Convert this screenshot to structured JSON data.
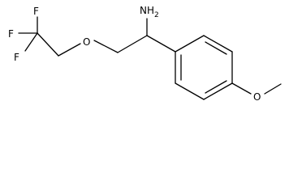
{
  "molecule": {
    "atoms": {
      "f_top": "F",
      "f_left": "F",
      "f_bottom": "F",
      "ether_o": "O",
      "amine": "NH2",
      "methoxy_o": "O"
    }
  }
}
